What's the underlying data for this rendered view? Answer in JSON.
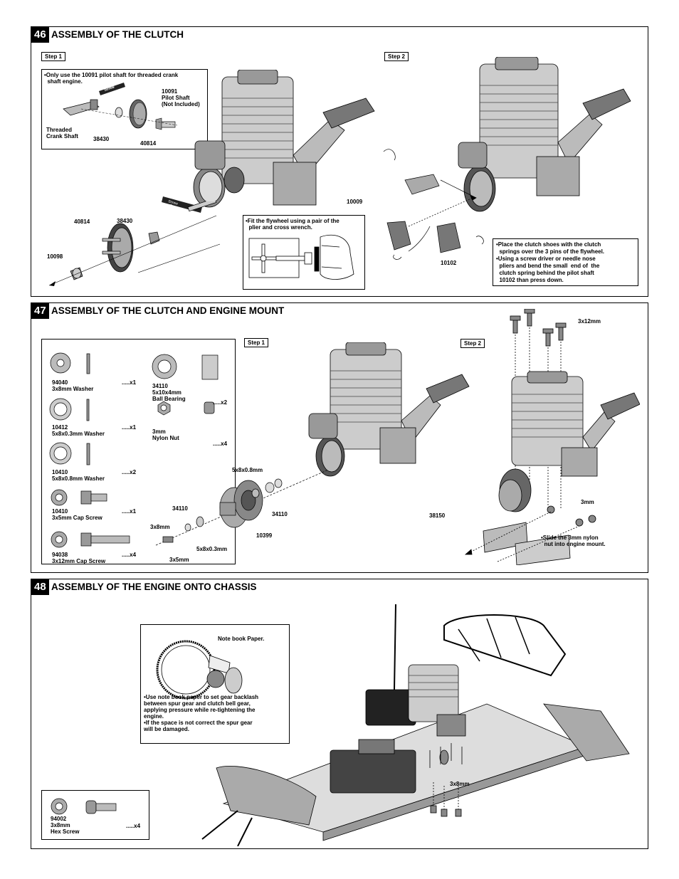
{
  "sections": {
    "s46": {
      "number": "46",
      "title": "ASSEMBLY OF THE CLUTCH",
      "step1": "Step 1",
      "step2": "Step 2",
      "pilot_note": "•Only use the 10091 pilot shaft for threaded crank\n  shaft engine.",
      "pilot_part": "10091\nPilot Shaft\n(Not Included)",
      "threaded_label": "Threaded\nCrank Shaft",
      "screw_cement": "Screw\nCement",
      "inset_38430": "38430",
      "inset_40814": "40814",
      "lbl_40814": "40814",
      "lbl_38430": "38430",
      "lbl_10098": "10098",
      "lbl_10009": "10009",
      "lbl_10102": "10102",
      "flywheel_note": "•Fit the flywheel using a pair of the\n  plier and cross wrench.",
      "clutch_note": "•Place the clutch shoes with the clutch\n  springs over the 3 pins of the flywheel.\n•Using a screw driver or needle nose\n  pliers and bend the small  end of  the\n  clutch spring behind the pilot shaft\n  10102 than press down."
    },
    "s47": {
      "number": "47",
      "title": "ASSEMBLY OF THE CLUTCH AND ENGINE MOUNT",
      "step1": "Step 1",
      "step2": "Step 2",
      "parts": [
        {
          "code": "94040",
          "name": "3x8mm Washer",
          "qty": ".....x1"
        },
        {
          "code": "10412",
          "name": "5x8x0.3mm Washer",
          "qty": ".....x1"
        },
        {
          "code": "10410",
          "name": "5x8x0.8mm Washer",
          "qty": ".....x2"
        },
        {
          "code": "10410",
          "name": "3x5mm Cap Screw",
          "qty": ".....x1"
        },
        {
          "code": "94038",
          "name": "3x12mm Cap Screw",
          "qty": ".....x4"
        },
        {
          "code": "34110",
          "name": "5x10x4mm\nBall Bearing",
          "qty": ".....x2"
        },
        {
          "code": "3mm",
          "name": "Nylon Nut",
          "qty": ".....x4"
        }
      ],
      "lbl_5x8x08": "5x8x0.8mm",
      "lbl_34110a": "34110",
      "lbl_34110b": "34110",
      "lbl_3x8": "3x8mm",
      "lbl_5x8x03": "5x8x0.3mm",
      "lbl_3x5": "3x5mm",
      "lbl_10399": "10399",
      "lbl_3x12": "3x12mm",
      "lbl_3mm": "3mm",
      "lbl_38150": "38150",
      "nut_note": "•Slide the 3mm nylon\n  nut into engine mount."
    },
    "s48": {
      "number": "48",
      "title": "Assembly of the Engine onto Chassis",
      "paper_label": "Note book Paper.",
      "gear_note": "•Use note book paper to set gear backlash\nbetween spur gear and clutch bell gear,\napplying pressure while re-tightening the\nengine.\n•If the space is not correct the spur gear\nwill be damaged.",
      "part_code": "94002",
      "part_name": "3x8mm\nHex Screw",
      "part_qty": ".....x4",
      "lbl_3x8": "3x8mm"
    }
  }
}
